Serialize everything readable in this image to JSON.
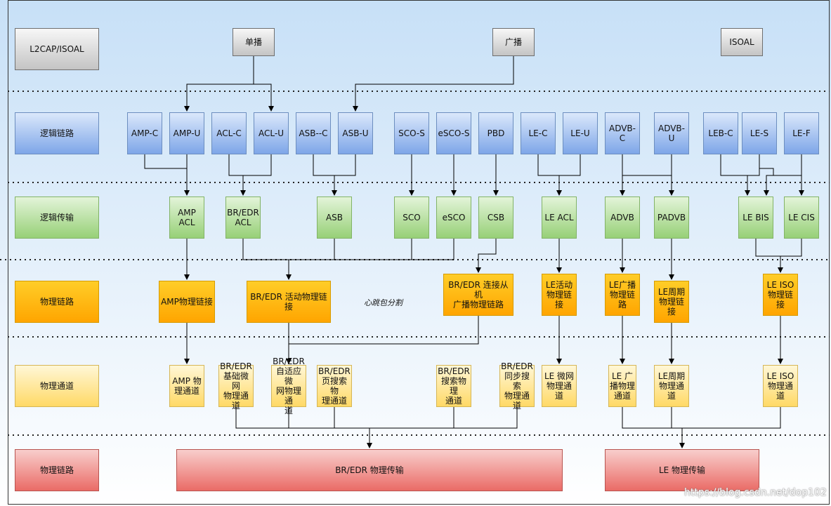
{
  "layers": {
    "l2cap": "L2CAP/ISOAL",
    "logical_link": "逻辑链路",
    "logical_transport": "逻辑传输",
    "physical_link": "物理链路",
    "physical_channel": "物理通道",
    "physical_transport": "物理链路"
  },
  "top": {
    "unicast": "单播",
    "broadcast": "广播",
    "isoal": "ISOAL"
  },
  "logical_links": {
    "amp_c": "AMP-C",
    "amp_u": "AMP-U",
    "acl_c": "ACL-C",
    "acl_u": "ACL-U",
    "asb_c": "ASB--C",
    "asb_u": "ASB-U",
    "sco_s": "SCO-S",
    "esco_s": "eSCO-S",
    "pbd": "PBD",
    "le_c": "LE-C",
    "le_u": "LE-U",
    "advb_c": "ADVB-C",
    "advb_u": "ADVB-U",
    "leb_c": "LEB-C",
    "le_s": "LE-S",
    "le_f": "LE-F"
  },
  "logical_transports": {
    "amp_acl": "AMP\nACL",
    "bredr_acl": "BR/EDR\nACL",
    "asb": "ASB",
    "sco": "SCO",
    "esco": "eSCO",
    "csb": "CSB",
    "le_acl": "LE ACL",
    "advb": "ADVB",
    "padvb": "PADVB",
    "le_bis": "LE BIS",
    "le_cis": "LE CIS"
  },
  "physical_links": {
    "amp": "AMP物理链接",
    "bredr_active": "BR/EDR 活动物理链\n接",
    "bredr_slave_bcast": "BR/EDR 连接从机\n广播物理链路",
    "le_active": "LE活动\n物理链接",
    "le_adv": "LE广播\n物理链路",
    "le_periodic": "LE周期\n物理链接",
    "le_iso": "LE ISO\n物理链接"
  },
  "note": "心跳包分割",
  "physical_channels": {
    "amp": "AMP 物\n理通道",
    "bredr_basic": "BR/EDR\n基础微网\n物理通道",
    "bredr_adaptive": "BR/EDR\n自适应微\n网物理通\n道",
    "bredr_page": "BR/EDR\n页搜索物\n理通道",
    "bredr_inquiry": "BR/EDR\n搜索物理\n通道",
    "bredr_sync": "BR/EDR\n同步搜索\n物理通道",
    "le_piconet": "LE 微网\n物理通道",
    "le_adv": "LE 广\n播物理\n通道",
    "le_periodic": "LE周期\n物理通道",
    "le_iso": "LE ISO\n物理通道"
  },
  "transports": {
    "bredr": "BR/EDR 物理传输",
    "le": "LE 物理传输"
  },
  "watermark": "https://blog.csdn.net/dop102"
}
